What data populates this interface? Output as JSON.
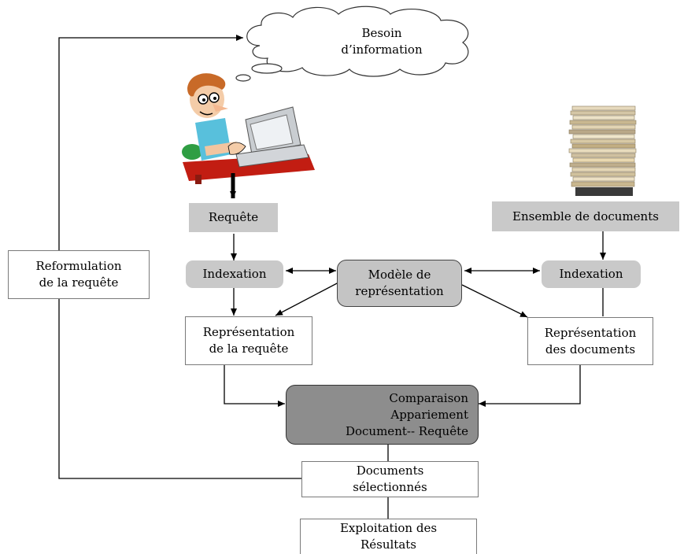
{
  "diagram": {
    "besoin": "Besoin\nd’information",
    "requete": "Requête",
    "ensemble": "Ensemble de documents",
    "indexation_left": "Indexation",
    "indexation_right": "Indexation",
    "modele": "Modèle de\nreprésentation",
    "rep_requete": "Représentation\nde la requête",
    "rep_documents": "Représentation\ndes documents",
    "comparaison": "Comparaison\nAppariement\nDocument-- Requête",
    "reformulation": "Reformulation\nde la requête",
    "documents_selectionnes": "Documents\nsélectionnés",
    "exploitation": "Exploitation des\nRésultats"
  }
}
